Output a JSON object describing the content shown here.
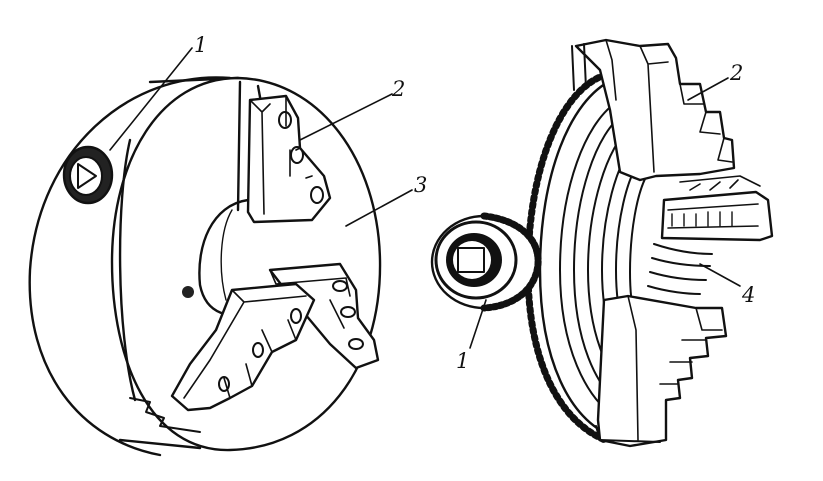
{
  "figure": {
    "labels": {
      "left_1": "1",
      "left_2": "2",
      "left_3": "3",
      "right_2": "2",
      "right_4": "4",
      "right_1": "1"
    },
    "colors": {
      "ink": "#111111",
      "paper": "#ffffff",
      "shade": "#333333"
    },
    "parts": [
      "chuck-body",
      "key-socket",
      "jaw",
      "scroll-disc",
      "bevel-pinion"
    ]
  }
}
